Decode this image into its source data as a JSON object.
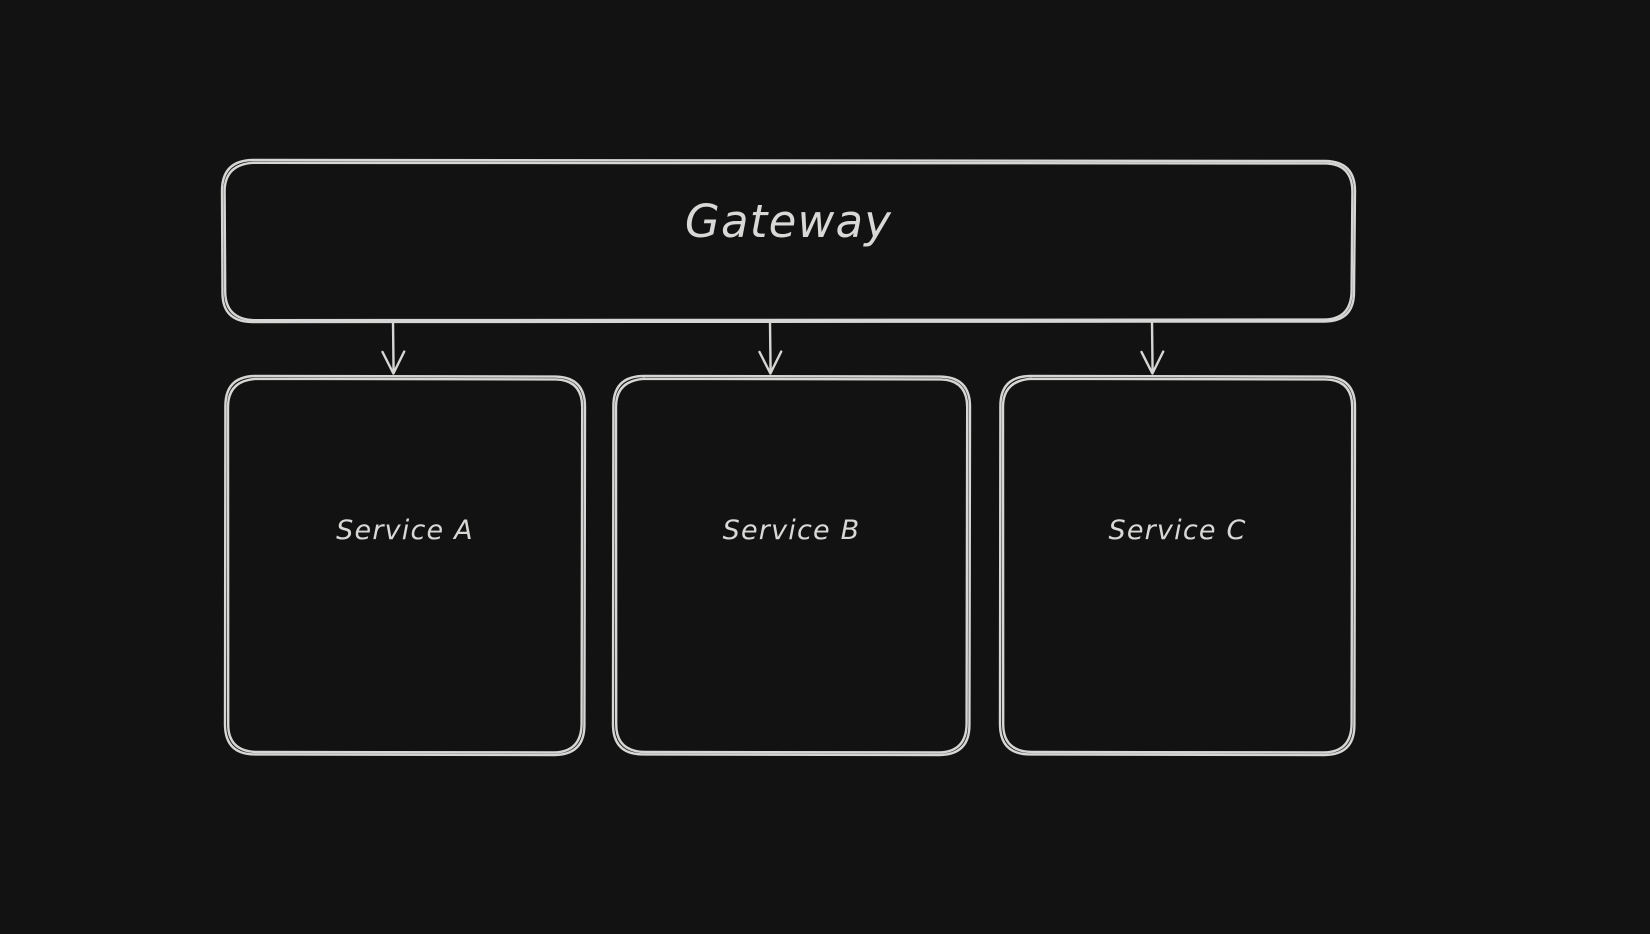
{
  "diagram": {
    "background_color": "#121212",
    "stroke_color": "#d6d6d4",
    "text_color": "#d8d8d6",
    "style": "hand-drawn",
    "nodes": [
      {
        "id": "gateway",
        "label": "Gateway",
        "shape": "rounded-rectangle"
      },
      {
        "id": "service-a",
        "label": "Service A",
        "shape": "rounded-rectangle"
      },
      {
        "id": "service-b",
        "label": "Service B",
        "shape": "rounded-rectangle"
      },
      {
        "id": "service-c",
        "label": "Service C",
        "shape": "rounded-rectangle"
      }
    ],
    "edges": [
      {
        "from": "gateway",
        "to": "service-a",
        "arrow": "down-arrow"
      },
      {
        "from": "gateway",
        "to": "service-b",
        "arrow": "down-arrow"
      },
      {
        "from": "gateway",
        "to": "service-c",
        "arrow": "down-arrow"
      }
    ]
  }
}
